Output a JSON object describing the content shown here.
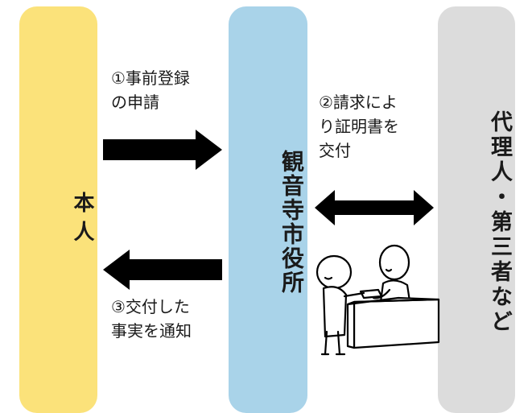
{
  "columns": {
    "honnin": "本人",
    "city": "観音寺市役所",
    "agent": "代理人・第三者など"
  },
  "steps": {
    "step1": {
      "line1": "①事前登録",
      "line2": "の申請"
    },
    "step2": {
      "line1": "②請求によ",
      "line2": "り証明書を",
      "line3": "交付"
    },
    "step3": {
      "line1": "③交付した",
      "line2": "事実を通知"
    }
  },
  "colors": {
    "honnin": "#fbe27a",
    "city": "#a9d3e9",
    "agent": "#dcdcdc",
    "arrow": "#000000"
  }
}
